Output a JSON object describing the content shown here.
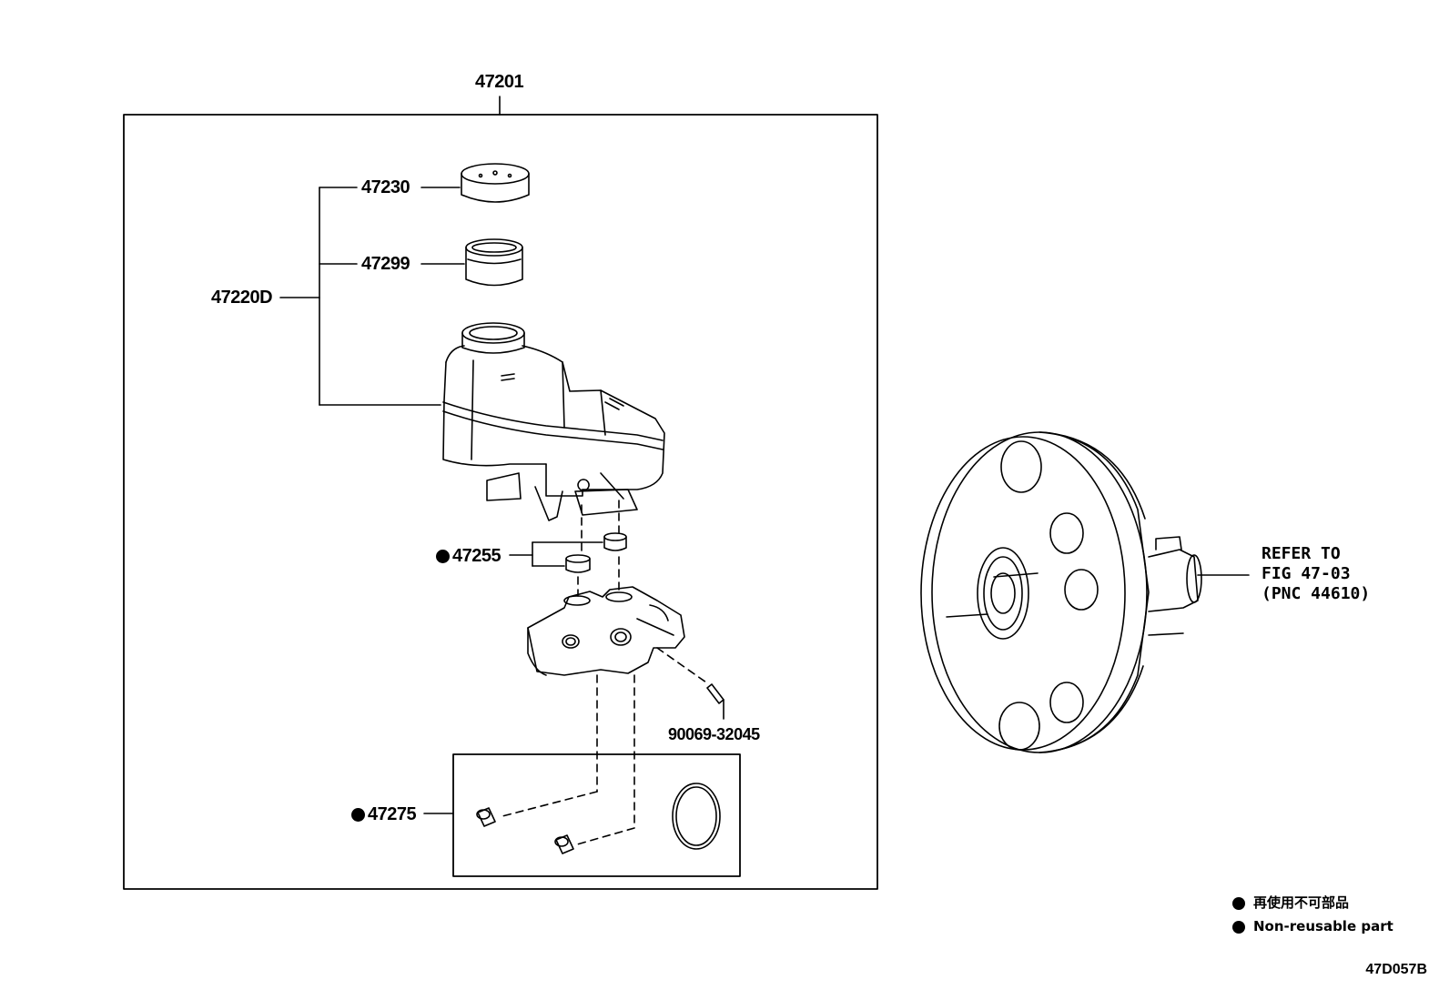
{
  "labels": {
    "assy": "47201",
    "cap": "47230",
    "strainer": "47299",
    "reservoir": "47220D",
    "grommet": "47255",
    "plug": "47275",
    "pin": "90069-32045",
    "booster_ref_1": "REFER TO",
    "booster_ref_2": "FIG 47-03",
    "booster_ref_3": "(PNC 44610)"
  },
  "legend": {
    "jp": "再使用不可部品",
    "en": "Non-reusable part"
  },
  "figure_code": "47D057B",
  "icons": {
    "non_reusable_marker": "filled-circle"
  }
}
